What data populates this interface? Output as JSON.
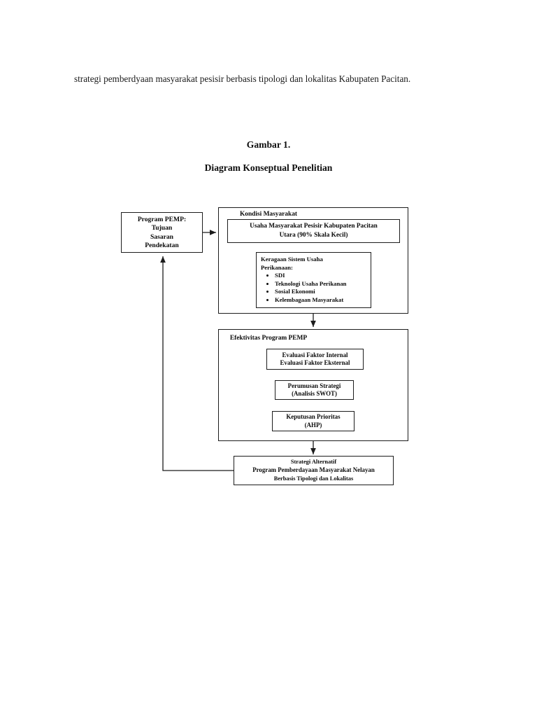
{
  "document": {
    "paragraph": "strategi pemberdyaan masyarakat pesisir berbasis tipologi dan lokalitas Kabupaten Pacitan.",
    "caption_number": "Gambar 1.",
    "caption_title": "Diagram Konseptual Penelitian"
  },
  "diagram": {
    "program_pemp": {
      "title": "Program PEMP:",
      "line2": "Tujuan",
      "line3": "Sasaran",
      "line4": "Pendekatan"
    },
    "kondisi_masyarakat": {
      "title": "Kondisi Masyarakat",
      "usaha_box_line1": "Usaha Masyarakat Pesisir Kabupaten Pacitan",
      "usaha_box_line2": "Utara  (90% Skala Kecil)",
      "keragaan_heading_line1": "Keragaan Sistem Usaha",
      "keragaan_heading_line2": "Perikanaan:",
      "keragaan_items": [
        "SDI",
        "Teknologi Usaha Perikanan",
        "Sosial Ekonomi",
        "Kelembagaan Masyarakat"
      ]
    },
    "efektivitas": {
      "title": "Efektivitas Program PEMP",
      "evaluasi_line1": "Evaluasi Faktor Internal",
      "evaluasi_line2": "Evaluasi Faktor Eksternal",
      "perumusan_line1": "Perumusan Strategi",
      "perumusan_line2": "(Analisis SWOT)",
      "keputusan_line1": "Keputusan Prioritas",
      "keputusan_line2": "(AHP)"
    },
    "strategi_alternatif": {
      "line1": "Strategi Alternatif",
      "line2": "Program Pemberdayaan Masyarakat Nelayan",
      "line3": "Berbasis Tipologi dan Lokalitas"
    },
    "colors": {
      "stroke": "#1c1c1c",
      "text": "#0a0a0a",
      "background": "#ffffff"
    }
  }
}
